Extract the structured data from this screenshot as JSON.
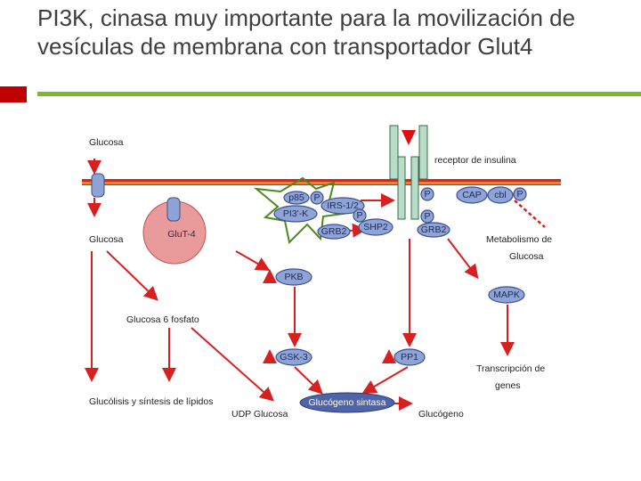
{
  "title": "PI3K, cinasa muy importante para la movilización de vesículas de membrana con transportador Glut4",
  "labels": {
    "glucosa_out": "Glucosa",
    "glucosa_in": "Glucosa",
    "glucosa6p": "Glucosa 6 fosfato",
    "glucolisis": "Glucólisis y síntesis de lípidos",
    "udp": "UDP Glucosa",
    "glucogeno": "Glucógeno",
    "receptor": "receptor de insulina",
    "metabolismo1": "Metabolismo de",
    "metabolismo2": "Glucosa",
    "transcripcion1": "Transcripción de",
    "transcripcion2": "genes"
  },
  "nodes": {
    "glut4": "GluT-4",
    "pi3k": "PI3'-K",
    "p85": "p85",
    "irs": "IRS-1/2",
    "grb2_a": "GRB2",
    "shp2": "SHP2",
    "grb2_b": "GRB2",
    "cap": "CAP",
    "cbl": "cbl",
    "p": "P",
    "pkb": "PKB",
    "gsk3": "GSK-3",
    "pp1": "PP1",
    "mapk": "MAPK",
    "glucogeno_sintasa": "Glucógeno sintasa"
  },
  "colors": {
    "membrane": "#e02020",
    "arrow": "#d82020",
    "node_fill": "#8ea3d6",
    "receptor_fill": "#b8dcc8",
    "star_stroke": "#4a8a1a",
    "title_text": "#3f3f3f",
    "accent_green": "#7db92b",
    "accent_red": "#c00000"
  }
}
